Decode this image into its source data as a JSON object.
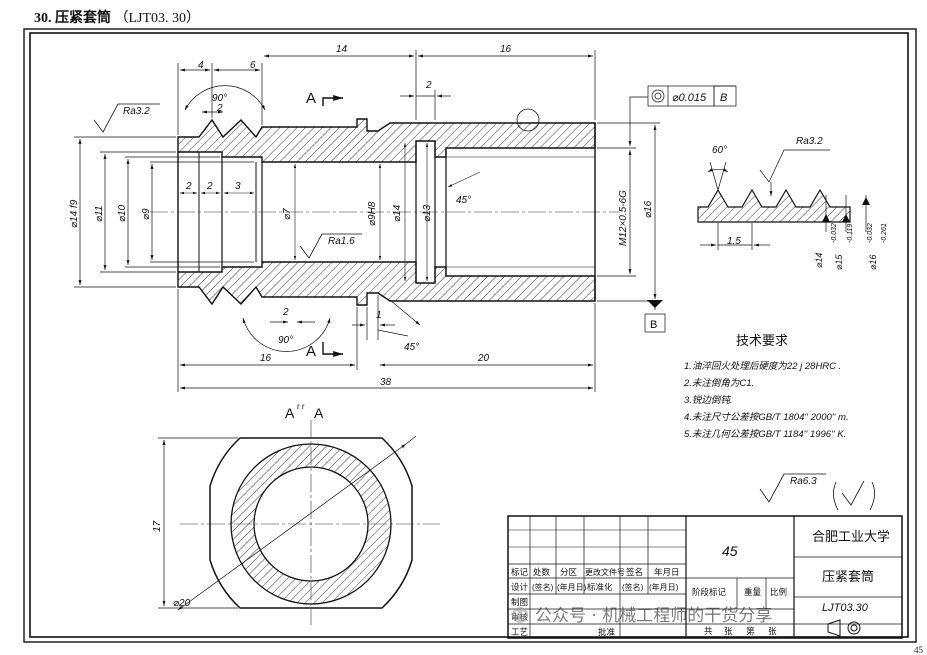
{
  "header": {
    "number": "30.",
    "title": "压紧套筒",
    "code": "（LJT03. 30）"
  },
  "dims": {
    "d4": "4",
    "d6": "6",
    "d14_top": "14",
    "d16_top": "16",
    "d2_top": "2",
    "d2_groove": "2",
    "ang90_top": "90°",
    "ang90_bot": "90°",
    "d2_bot": "2",
    "d16_bot": "16",
    "d20_bot": "20",
    "d38": "38",
    "d1": "1",
    "ang45_bot": "45°",
    "ang45_in": "45°",
    "dia14f9": "⌀14 f9",
    "dia11": "⌀11",
    "dia10": "⌀10",
    "dia9": "⌀9",
    "dia7": "⌀7",
    "dia9H8": "⌀9H8",
    "dia14": "⌀14",
    "dia13": "⌀13",
    "m12": "M12×0.5-6G",
    "dia16": "⌀16",
    "inner2a": "2",
    "inner2b": "2",
    "inner3": "3",
    "ra32": "Ra3.2",
    "ra16": "Ra1.6",
    "sectionA_top": "A",
    "sectionA_bot": "A",
    "tol_value": "⌀0.015",
    "tol_datum": "B",
    "datum_B": "B"
  },
  "detail": {
    "ang60": "60°",
    "ra32": "Ra3.2",
    "pitch": "1.5",
    "d14": "⌀14",
    "d15": "⌀15",
    "d15_tol_upper": "-0.032",
    "d15_tol_lower": "-0.119",
    "d16": "⌀16",
    "d16_tol_upper": "-0.032",
    "d16_tol_lower": "-0.261"
  },
  "section": {
    "label_pre": "A",
    "label_marks": "r r",
    "label_post": "A",
    "dim17": "17",
    "dia20": "⌀20"
  },
  "tech": {
    "title": "技术要求",
    "items": [
      "1.油淬回火处理后硬度为22 j  28HRC .",
      "2.未注倒角为C1.",
      "3.锐边倒钝.",
      "4.未注尺寸公差按GB/T 1804'' 2000'' m.",
      "5.未注几何公差按GB/T 1184'' 1996'' K."
    ]
  },
  "roughness_general": {
    "value": "Ra6.3",
    "check": "(√)"
  },
  "titleblock": {
    "material": "45",
    "school": "合肥工业大学",
    "part": "压紧套筒",
    "drawing_no": "LJT03.30",
    "row1": [
      "标记",
      "处数",
      "分区",
      "更改文件号",
      "签名",
      "年月日"
    ],
    "row2": [
      "设计",
      "(签名)",
      "(年月日)",
      "标准化",
      "(签名)",
      "(年月日)"
    ],
    "row3": [
      "制图"
    ],
    "row4": [
      "审核"
    ],
    "row5": [
      "工艺",
      "批准"
    ],
    "stage": "阶段标记",
    "weight": "重量",
    "scale": "比例",
    "sheets_total": "共",
    "sheets_unit": "张",
    "sheet_no": "第",
    "sheet_unit2": "张"
  },
  "watermark": "公众号 · 机械工程师的干货分享",
  "page_number": "45"
}
